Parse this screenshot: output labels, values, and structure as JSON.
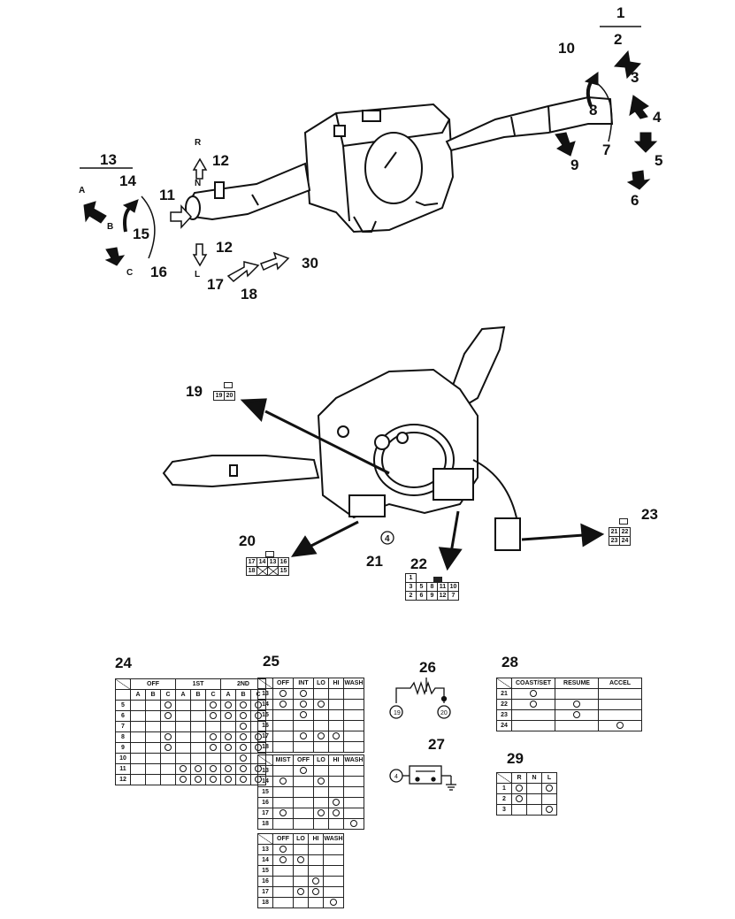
{
  "callouts": {
    "c1": "1",
    "c2": "2",
    "c3": "3",
    "c4": "4",
    "c5": "5",
    "c6": "6",
    "c7": "7",
    "c8": "8",
    "c9": "9",
    "c10": "10",
    "c11": "11",
    "c12a": "12",
    "c12b": "12",
    "c13": "13",
    "c14": "14",
    "c15": "15",
    "c16": "16",
    "c17": "17",
    "c18": "18",
    "c19": "19",
    "c20": "20",
    "c21": "21",
    "c22": "22",
    "c23": "23",
    "c24": "24",
    "c25": "25",
    "c26": "26",
    "c27": "27",
    "c28": "28",
    "c29": "29",
    "c30": "30",
    "c4circle": "4"
  },
  "switch_marks": {
    "A": "A",
    "B": "B",
    "C": "C",
    "R": "R",
    "N": "N",
    "L": "L"
  },
  "connectors": {
    "c19": {
      "pins": [
        "19",
        "20"
      ]
    },
    "c20": {
      "row1": [
        "17",
        "14",
        "13",
        "16"
      ],
      "row2": [
        "18",
        "",
        "",
        "15"
      ]
    },
    "c22": {
      "row0": [
        "1",
        "",
        ""
      ],
      "row1": [
        "3",
        "5",
        "8",
        "11",
        "10"
      ],
      "row2": [
        "2",
        "6",
        "9",
        "12",
        "7"
      ]
    },
    "c23": {
      "row1": [
        "21",
        "22"
      ],
      "row2": [
        "23",
        "24"
      ]
    }
  },
  "schematics": {
    "s26_left": "19",
    "s26_right": "20",
    "s27_pin": "4"
  },
  "table24": {
    "groups": [
      "OFF",
      "1ST",
      "2ND"
    ],
    "cols": [
      "A",
      "B",
      "C",
      "A",
      "B",
      "C",
      "A",
      "B",
      "C"
    ],
    "rows": [
      "5",
      "6",
      "7",
      "8",
      "9",
      "10",
      "11",
      "12"
    ]
  },
  "table25a": {
    "cols": [
      "OFF",
      "INT",
      "LO",
      "HI",
      "WASH"
    ],
    "rows": [
      "13",
      "14",
      "15",
      "16",
      "17",
      "18"
    ]
  },
  "table25b": {
    "cols": [
      "MIST",
      "OFF",
      "LO",
      "HI",
      "WASH"
    ],
    "rows": [
      "13",
      "14",
      "15",
      "16",
      "17",
      "18"
    ]
  },
  "table25c": {
    "cols": [
      "OFF",
      "LO",
      "HI",
      "WASH"
    ],
    "rows": [
      "13",
      "14",
      "15",
      "16",
      "17",
      "18"
    ]
  },
  "table28": {
    "cols": [
      "COAST/SET",
      "RESUME",
      "ACCEL"
    ],
    "rows": [
      "21",
      "22",
      "23",
      "24"
    ]
  },
  "table29": {
    "cols": [
      "R",
      "N",
      "L"
    ],
    "rows": [
      "1",
      "2",
      "3"
    ]
  }
}
